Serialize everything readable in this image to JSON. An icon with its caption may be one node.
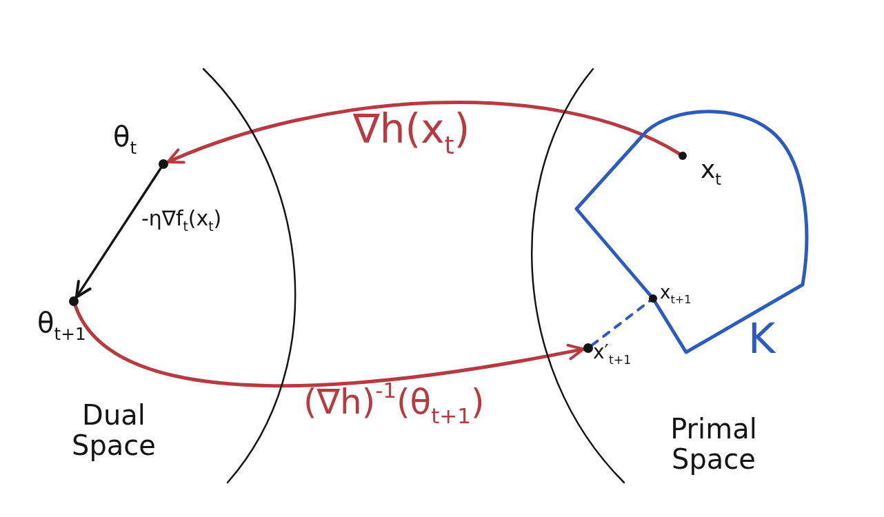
{
  "diagram": {
    "nodes": [
      {
        "text": [
          "Dual Space"
        ]
      },
      {
        "text": [],
        "shape": "circle",
        "beside": [
          "θ$_{t}$"
        ],
        "in": 0
      },
      {
        "text": [],
        "shape": "circle",
        "beside": [
          "θ$_{t+1}$"
        ],
        "in": 0
      },
      {
        "text": [
          "Primal Space"
        ]
      },
      {
        "text": [
          "K"
        ],
        "in": 3
      },
      {
        "text": [],
        "shape": "circle",
        "beside": [
          "x$_{t}$"
        ],
        "in": 4
      },
      {
        "text": [],
        "shape": "circle",
        "beside": [
          "x$_{t+1}$"
        ],
        "in": 4
      },
      {
        "text": [],
        "shape": "circle",
        "beside": [
          "x′$_{t+1}$"
        ],
        "in": 3
      }
    ],
    "edges": [
      {
        "from": 5,
        "to": 1,
        "arrow": "to",
        "label": "∇h(x$_{t}$)"
      },
      {
        "from": 1,
        "to": 2,
        "arrow": "to",
        "label": "-η∇f$_{t}$(x$_{t}$)",
        "color": "#141414"
      },
      {
        "from": 2,
        "to": 7,
        "arrow": "to",
        "label": "(∇h)$^{-1}$(θ$_{t+1}$)"
      },
      {
        "from": 7,
        "to": 6,
        "arrow": "none",
        "style": "dashed",
        "color": "#2c5bc0"
      }
    ]
  }
}
